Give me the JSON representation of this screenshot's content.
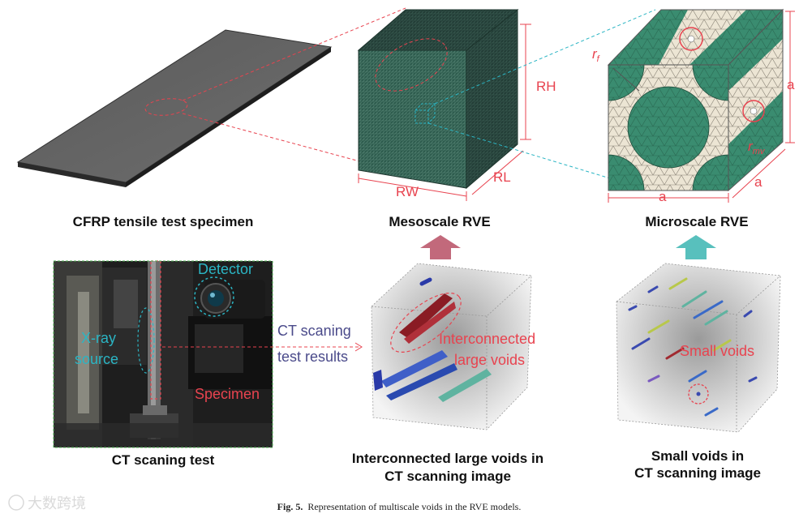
{
  "titles": {
    "specimen": "CFRP tensile test specimen",
    "meso": "Mesoscale RVE",
    "micro": "Microscale RVE",
    "ct_test": "CT scaning test",
    "ct_large_line1": "Interconnected large voids in",
    "ct_large_line2": "CT scanning image",
    "ct_small_line1": "Small voids in",
    "ct_small_line2": "CT scanning image"
  },
  "meso_dims": {
    "height": "RH",
    "width": "RW",
    "length": "RL"
  },
  "micro_dims": {
    "fiber_radius": "r",
    "fiber_radius_sub": "f",
    "void_radius": "r",
    "void_radius_sub": "mv",
    "side_right": "a",
    "side_bottom": "a",
    "side_depth": "a"
  },
  "photo_labels": {
    "detector": "Detector",
    "xray_line1": "X-ray",
    "xray_line2": "source",
    "specimen": "Specimen"
  },
  "arrow_text": {
    "line1": "CT scaning",
    "line2": "test results"
  },
  "void_labels": {
    "large_line1": "Interconnected",
    "large_line2": "large voids",
    "small": "Small voids"
  },
  "caption": {
    "label": "Fig. 5.",
    "text": "Representation of multiscale voids in the RVE models."
  },
  "watermark": "大数跨境",
  "colors": {
    "accent_red": "#e8434f",
    "accent_cyan": "#2bb5c4",
    "mesh_green": "#2e6e58",
    "fiber_green": "#3a8c70",
    "matrix_beige": "#ece5d4",
    "up_arrow_pink": "#c2697b",
    "up_arrow_teal": "#58c0bd"
  }
}
